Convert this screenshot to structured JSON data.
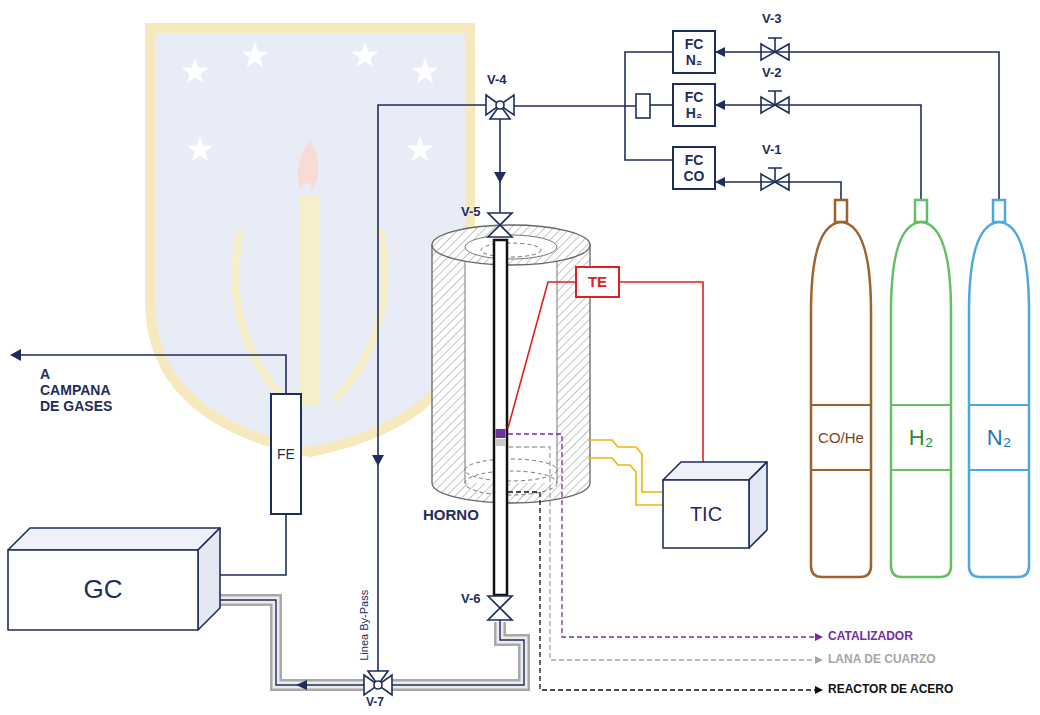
{
  "diagram": {
    "nodes": [
      {
        "text": [
          "FC N₂"
        ]
      },
      {
        "text": [
          "FC H₂"
        ]
      },
      {
        "text": [
          "FC CO"
        ]
      },
      {
        "text": [
          "TE"
        ]
      },
      {
        "text": [
          "CO/He"
        ]
      },
      {
        "text": [
          "H₂"
        ]
      },
      {
        "text": [
          "N₂"
        ]
      },
      {
        "text": [
          "FE"
        ]
      },
      {
        "text": [
          "TIC"
        ]
      },
      {
        "text": [
          "GC"
        ]
      }
    ],
    "edges": [
      {
        "from": 4,
        "to": 2,
        "arrow": "to"
      },
      {
        "from": 5,
        "to": 1,
        "arrow": "to"
      },
      {
        "from": 6,
        "to": 0,
        "arrow": "to"
      },
      {
        "from": 3,
        "to": 8,
        "arrow": "none"
      },
      {
        "from": 9,
        "to": 7,
        "arrow": "none"
      }
    ],
    "labels": [
      "V-3",
      "V-2",
      "V-1",
      "V-4",
      "V-5",
      "V-6",
      "V-7",
      "Linea By-Pass",
      "A CAMPANA DE GASES",
      "HORNO",
      "CATALIZADOR",
      "LANA DE CUARZO",
      "REACTOR DE ACERO"
    ]
  }
}
